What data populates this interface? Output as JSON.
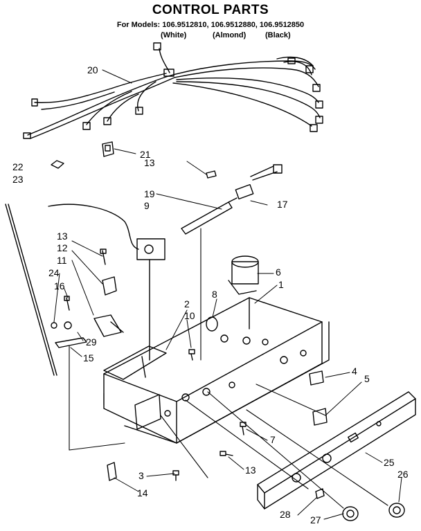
{
  "title": "CONTROL PARTS",
  "models_line": "For Models: 106.9512810, 106.9512880, 106.9512850",
  "model_colors": [
    "(White)",
    "(Almond)",
    "(Black)"
  ],
  "callouts": {
    "c20": "20",
    "c21": "21",
    "c22": "22",
    "c23": "23",
    "c13a": "13",
    "c19": "19",
    "c9": "9",
    "c17": "17",
    "c13b": "13",
    "c12": "12",
    "c11": "11",
    "c24": "24",
    "c16": "16",
    "c6": "6",
    "c1": "1",
    "c8": "8",
    "c2": "2",
    "c10": "10",
    "c29": "29",
    "c15": "15",
    "c4": "4",
    "c5": "5",
    "c7": "7",
    "c13c": "13",
    "c3": "3",
    "c14": "14",
    "c25": "25",
    "c26": "26",
    "c28": "28",
    "c27": "27"
  }
}
